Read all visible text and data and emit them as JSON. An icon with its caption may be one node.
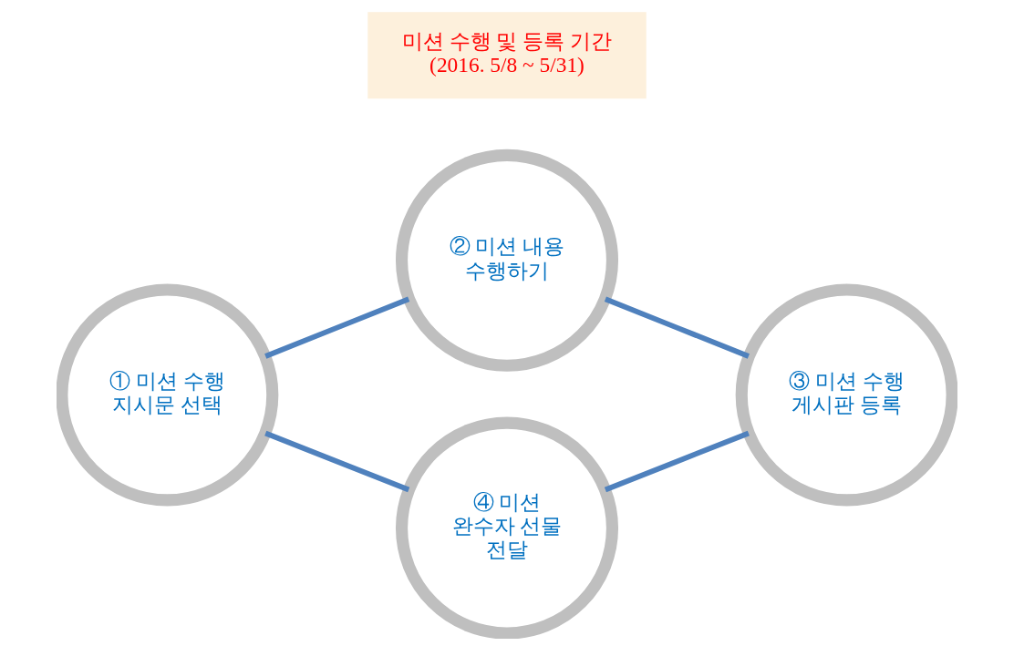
{
  "diagram": {
    "nodes": [
      {
        "text": [
          "① 미션 수행 지시문 선택"
        ]
      },
      {
        "text": [
          "② 미션 내용 수행하기"
        ]
      },
      {
        "text": [
          "③ 미션 수행 게시판 등록"
        ]
      },
      {
        "text": [
          "④ 미션 완수자 선물 전달"
        ]
      },
      {
        "text": [
          "미션 수행 및 등록 기간",
          "(2016. 5/8 ~ 5/31)"
        ]
      }
    ],
    "edges": [
      {
        "from": 0,
        "to": 1,
        "arrow": "none"
      },
      {
        "from": 1,
        "to": 2,
        "arrow": "none"
      },
      {
        "from": 2,
        "to": 3,
        "arrow": "none"
      },
      {
        "from": 3,
        "to": 0,
        "arrow": "none"
      }
    ]
  }
}
